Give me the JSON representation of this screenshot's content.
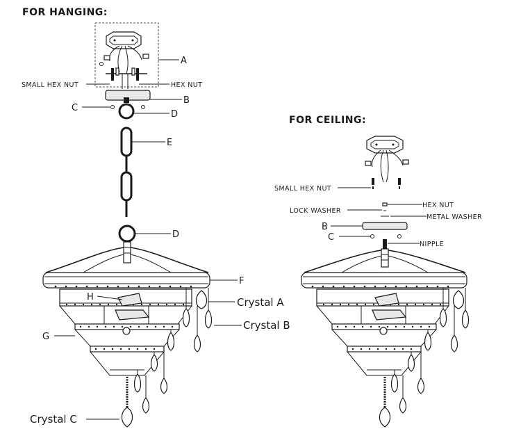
{
  "headings": {
    "hanging": "FOR HANGING:",
    "ceiling": "FOR CEILING:"
  },
  "hanging_labels": {
    "a": "A",
    "small_hex_nut": "SMALL HEX NUT",
    "hex_nut": "HEX NUT",
    "b": "B",
    "c": "C",
    "d_top": "D",
    "e": "E",
    "d_bottom": "D",
    "f": "F",
    "h": "H",
    "crystal_a": "Crystal A",
    "crystal_b": "Crystal B",
    "g": "G",
    "crystal_c": "Crystal C"
  },
  "ceiling_labels": {
    "small_hex_nut": "SMALL HEX NUT",
    "hex_nut": "HEX NUT",
    "lock_washer": "LOCK WASHER",
    "metal_washer": "METAL WASHER",
    "b": "B",
    "c": "C",
    "nipple": "NIPPLE"
  }
}
